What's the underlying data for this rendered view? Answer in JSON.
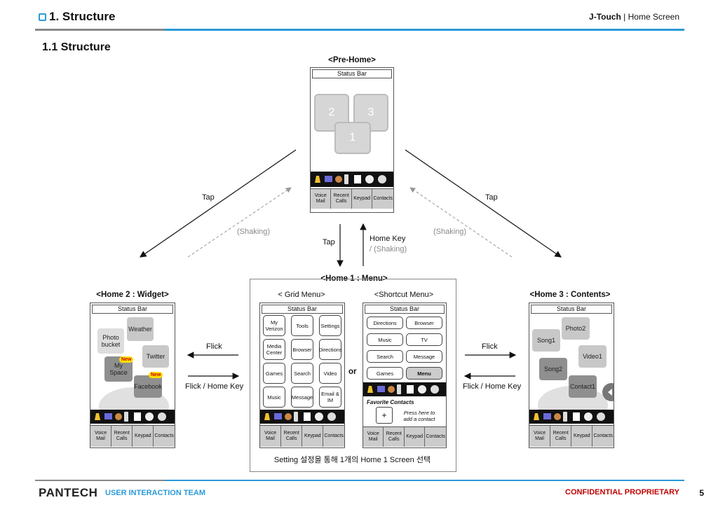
{
  "header": {
    "title": "1. Structure",
    "brand": "J-Touch",
    "separator": "|",
    "page_name": "Home Screen"
  },
  "subtitle": "1.1 Structure",
  "common": {
    "status_bar": "Status Bar",
    "softkeys": [
      "Voice Mail",
      "Recent Calls",
      "Keypad",
      "Contacts"
    ]
  },
  "prehome": {
    "title": "<Pre-Home>",
    "screens": [
      "2",
      "3",
      "1"
    ]
  },
  "home1": {
    "title": "<Home 1 : Menu>",
    "grid_title": "< Grid Menu>",
    "shortcut_title": "<Shortcut Menu>",
    "grid_items": [
      "My Verizon",
      "Tools",
      "Settings",
      "Media Center",
      "Browser",
      "Directions",
      "Games",
      "Search",
      "Video",
      "Music",
      "Message",
      "Email & IM"
    ],
    "shortcut_items": [
      "Directions",
      "Browser",
      "Music",
      "TV",
      "Search",
      "Message",
      "Games",
      "Menu"
    ],
    "favorite_label": "Favorite Contacts",
    "plus": "+",
    "add_hint": "Press here to add a contact",
    "or": "or",
    "setting_note": "Setting 설정을 통해 1개의 Home 1 Screen 선택"
  },
  "home2": {
    "title": "<Home 2 : Widget>",
    "widgets": [
      "Weather",
      "Photo bucket",
      "Twitter",
      "My Space",
      "Facebook"
    ],
    "badge": "New"
  },
  "home3": {
    "title": "<Home 3 : Contents>",
    "items": [
      "Photo2",
      "Song1",
      "Video1",
      "Song2",
      "Contact1"
    ]
  },
  "arrows": {
    "tap_left": "Tap",
    "tap_right": "Tap",
    "tap_center": "Tap",
    "home_key": "Home Key",
    "shaking_center": "/ (Shaking)",
    "shaking_left": "(Shaking)",
    "shaking_right": "(Shaking)",
    "flick_left": "Flick",
    "flick_home_left": "Flick / Home Key",
    "flick_right": "Flick",
    "flick_home_right": "Flick / Home Key"
  },
  "footer": {
    "logo": "PANTECH",
    "team": "USER INTERACTION TEAM",
    "confidential": "CONFIDENTIAL PROPRIETARY",
    "page": "5"
  }
}
